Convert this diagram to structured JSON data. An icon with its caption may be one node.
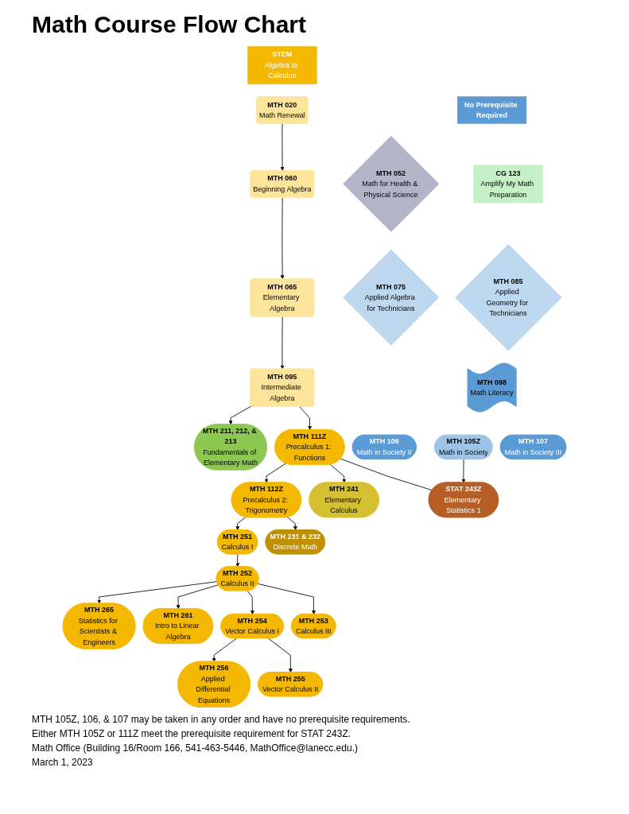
{
  "diagram": {
    "title": "Math Course Flow Chart",
    "nodes": [
      {
        "text": [
          "No Prerequisite Required"
        ]
      },
      {
        "text": [
          "STEM",
          "Algebra to Calculus"
        ]
      },
      {
        "text": [
          "MTH 052",
          "Math for Health & Physical Science"
        ]
      },
      {
        "text": [
          "CG 123",
          "Amplify My Math Preparation"
        ]
      },
      {
        "text": [
          "MTH 075",
          "Applied Algebra for Technicians"
        ]
      },
      {
        "text": [
          "MTH 085",
          "Applied Geometry for Technicians"
        ]
      },
      {
        "text": [
          "MTH 098",
          "Math Literacy"
        ]
      },
      {
        "text": [
          "MTH 020",
          "Math Renewal"
        ]
      },
      {
        "text": [
          "MTH 060",
          "Beginning Algebra"
        ]
      },
      {
        "text": [
          "MTH 065",
          "Elementary Algebra"
        ]
      },
      {
        "text": [
          "MTH 095",
          "Intermediate Algebra"
        ]
      },
      {
        "text": [
          "MTH 211, 212, & 213",
          "Fundamentals of Elementary Math"
        ]
      },
      {
        "text": [
          "MTH 111Z",
          "Precalculus 1: Functions"
        ]
      },
      {
        "text": [
          "MTH 106",
          "Math in Society II"
        ]
      },
      {
        "text": [
          "MTH 105Z",
          "Math in Society"
        ]
      },
      {
        "text": [
          "MTH 107",
          "Math in Society III"
        ]
      },
      {
        "text": [
          "MTH 112Z",
          "Precalculus 2: Trigonometry"
        ]
      },
      {
        "text": [
          "MTH 241",
          "Elementary Calculus"
        ]
      },
      {
        "text": [
          "STAT 243Z",
          "Elementary Statistics 1"
        ]
      },
      {
        "text": [
          "MTH 251",
          "Calculus I"
        ]
      },
      {
        "text": [
          "MTH 231 & 232",
          "Discrete Math"
        ]
      },
      {
        "text": [
          "MTH 252",
          "Calculus II"
        ]
      },
      {
        "text": [
          "MTH 265",
          "Statistics for Scientists & Engineers"
        ]
      },
      {
        "text": [
          "MTH 261",
          "Intro to Linear Algebra"
        ]
      },
      {
        "text": [
          "MTH 254",
          "Vector Calculus I"
        ]
      },
      {
        "text": [
          "MTH 253",
          "Calculus III"
        ]
      },
      {
        "text": [
          "MTH 256",
          "Applied Differential Equations"
        ]
      },
      {
        "text": [
          "MTH 255",
          "Vector Calculus II"
        ]
      }
    ],
    "edges": [
      {
        "from": 7,
        "to": 8,
        "arrow": "to"
      },
      {
        "from": 8,
        "to": 9,
        "arrow": "to"
      },
      {
        "from": 9,
        "to": 10,
        "arrow": "to"
      },
      {
        "from": 10,
        "to": 12,
        "arrow": "to"
      },
      {
        "from": 10,
        "to": 11,
        "arrow": "to"
      },
      {
        "from": 12,
        "to": 16,
        "arrow": "to"
      },
      {
        "from": 12,
        "to": 17,
        "arrow": "to"
      },
      {
        "from": 12,
        "to": 18,
        "arrow": "none"
      },
      {
        "from": 14,
        "to": 18,
        "arrow": "to"
      },
      {
        "from": 16,
        "to": 19,
        "arrow": "to"
      },
      {
        "from": 16,
        "to": 20,
        "arrow": "to"
      },
      {
        "from": 19,
        "to": 21,
        "arrow": "to"
      },
      {
        "from": 21,
        "to": 22,
        "arrow": "to"
      },
      {
        "from": 21,
        "to": 23,
        "arrow": "to"
      },
      {
        "from": 21,
        "to": 24,
        "arrow": "to"
      },
      {
        "from": 21,
        "to": 25,
        "arrow": "to"
      },
      {
        "from": 24,
        "to": 26,
        "arrow": "to"
      },
      {
        "from": 24,
        "to": 27,
        "arrow": "to"
      }
    ],
    "labels": [
      "MTH 105Z, 106, & 107 may be taken in any order and have no prerequisite requirements.",
      "Either MTH 105Z or 111Z meet the prerequisite requirement for STAT 243Z.",
      "Math Office (Building 16/Room 166, 541-463-5446, MathOffice@lanecc.edu.)",
      "March 1, 2023"
    ]
  }
}
